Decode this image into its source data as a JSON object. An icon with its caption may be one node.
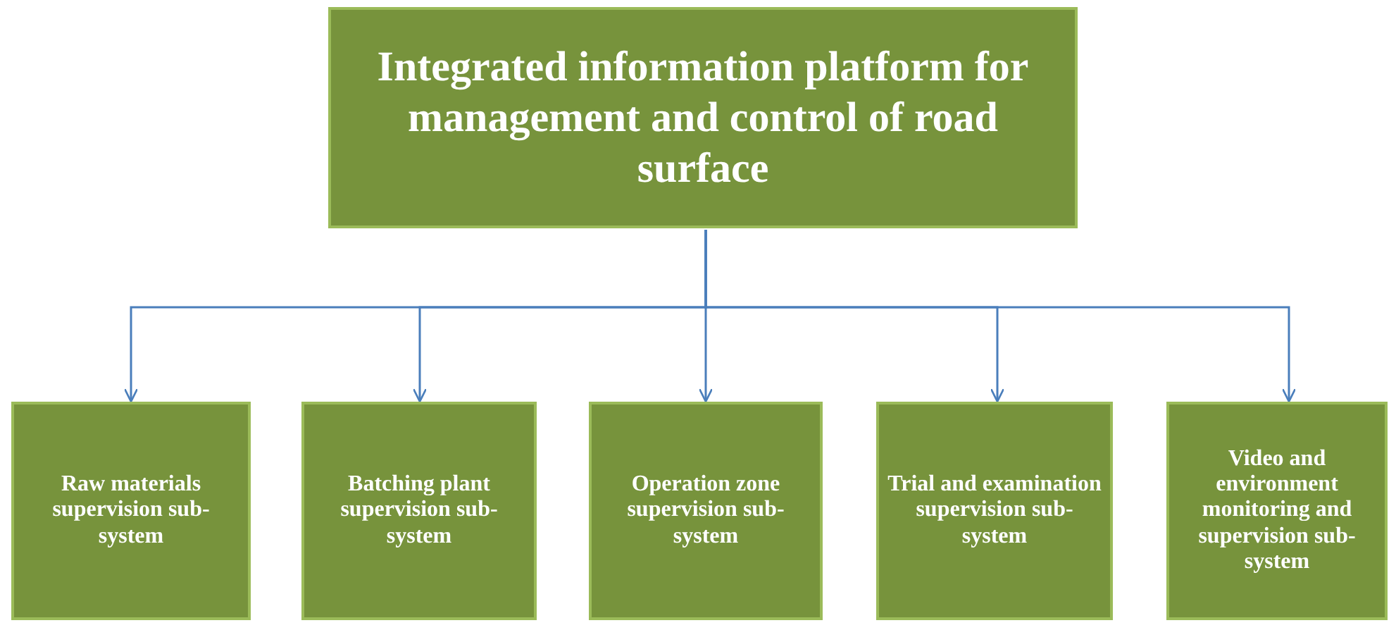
{
  "diagram": {
    "nodes": [
      {
        "text": [
          "Integrated information platform for management and control of road surface"
        ]
      },
      {
        "text": [
          "Raw materials supervision sub-system"
        ]
      },
      {
        "text": [
          "Batching plant supervision sub-system"
        ]
      },
      {
        "text": [
          "Operation zone supervision sub-system"
        ]
      },
      {
        "text": [
          "Trial and examination supervision sub-system"
        ]
      },
      {
        "text": [
          "Video and environment monitoring and supervision sub-system"
        ]
      }
    ],
    "edges": [
      {
        "from": 0,
        "to": 1,
        "arrow": "to"
      },
      {
        "from": 0,
        "to": 2,
        "arrow": "to"
      },
      {
        "from": 0,
        "to": 3,
        "arrow": "to"
      },
      {
        "from": 0,
        "to": 4,
        "arrow": "to"
      },
      {
        "from": 0,
        "to": 5,
        "arrow": "to"
      }
    ]
  }
}
